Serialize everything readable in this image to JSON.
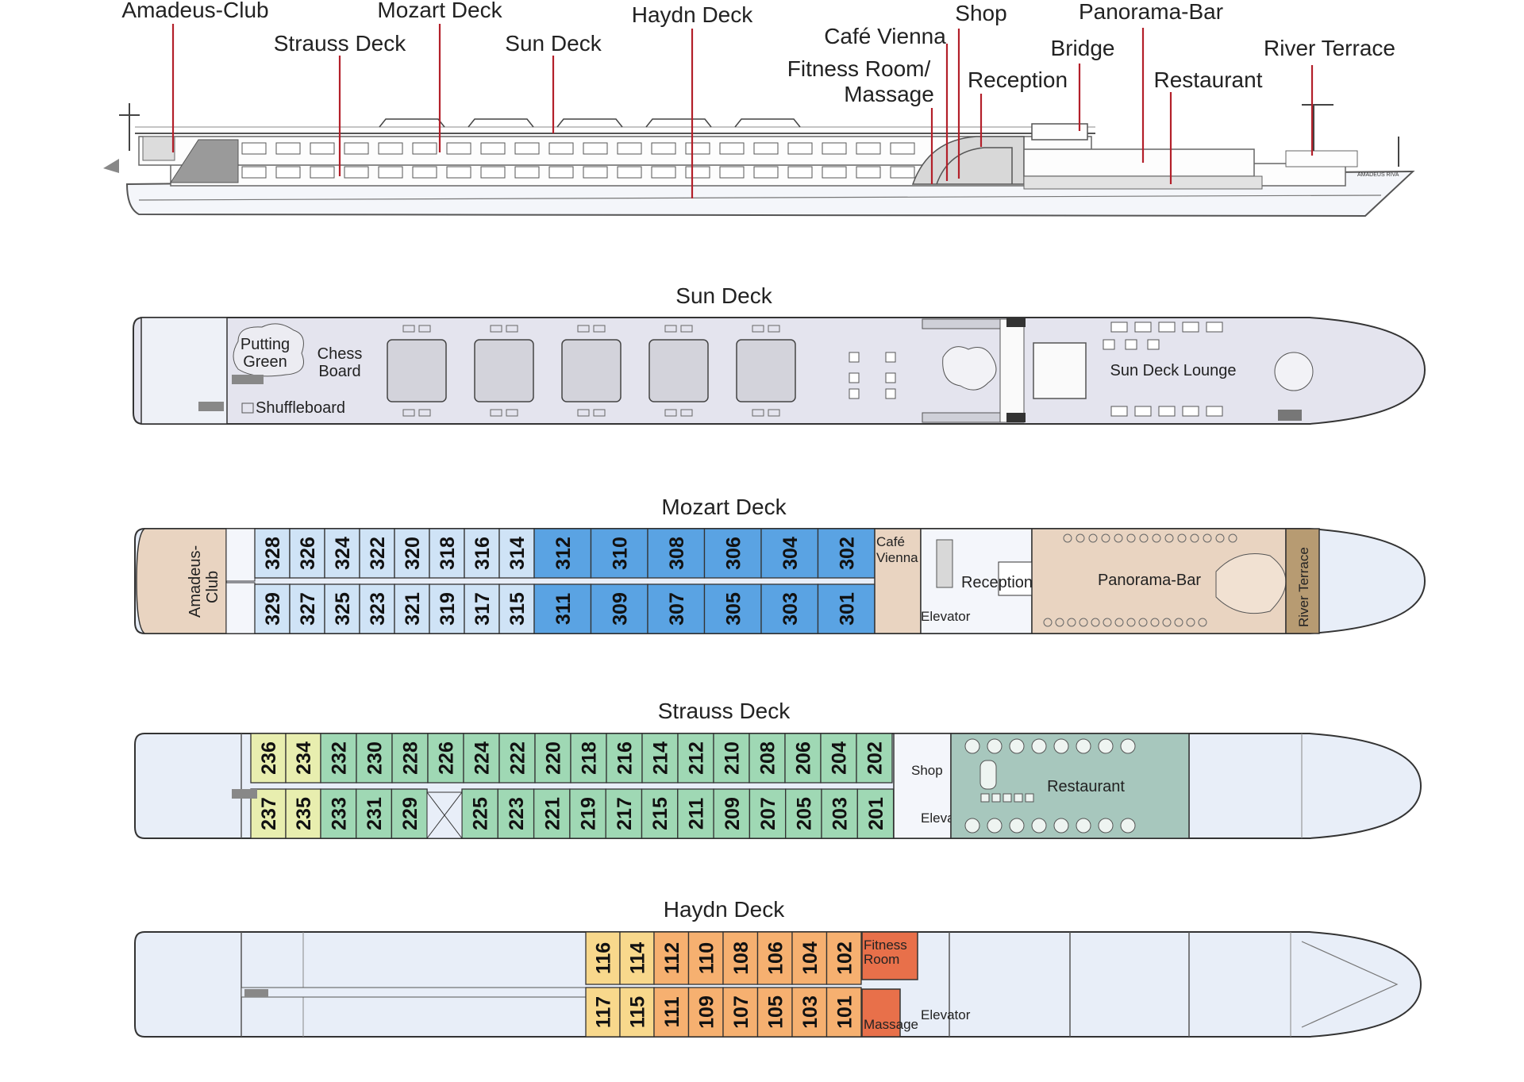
{
  "colors": {
    "hull": "#e8eef8",
    "sun_deck": "#e4e4ee",
    "mozart_light": "#cfe3f6",
    "mozart_dark": "#5aa3e3",
    "strauss_green": "#9fd8b4",
    "strauss_yellow": "#e8eeaf",
    "haydn_orange": "#f6b070",
    "haydn_yellow": "#f8d88c",
    "haydn_red": "#e8704a",
    "beige": "#e9d4c1",
    "restaurant": "#a7c7bd",
    "leader": "#b3202a"
  },
  "profile": {
    "labels": {
      "amadeus_club": "Amadeus-Club",
      "mozart_deck": "Mozart Deck",
      "strauss_deck": "Strauss Deck",
      "sun_deck": "Sun Deck",
      "haydn_deck": "Haydn Deck",
      "cafe_vienna": "Café Vienna",
      "fitness_1": "Fitness Room/",
      "fitness_2": "Massage",
      "shop": "Shop",
      "reception": "Reception",
      "bridge": "Bridge",
      "panorama_bar": "Panorama-Bar",
      "restaurant": "Restaurant",
      "river_terrace": "River Terrace"
    },
    "ship_name": "AMADEUS RIVA"
  },
  "sun_deck": {
    "title": "Sun Deck",
    "putting_1": "Putting",
    "putting_2": "Green",
    "chess_1": "Chess",
    "chess_2": "Board",
    "shuffleboard": "Shuffleboard",
    "lounge": "Sun Deck Lounge"
  },
  "mozart_deck": {
    "title": "Mozart Deck",
    "club_1": "Amadeus-",
    "club_2": "Club",
    "cafe_1": "Café",
    "cafe_2": "Vienna",
    "reception": "Reception",
    "elevator": "Elevator",
    "panorama_bar": "Panorama-Bar",
    "river_terrace": "River Terrace",
    "top_light": [
      "328",
      "326",
      "324",
      "322",
      "320",
      "318",
      "316",
      "314"
    ],
    "top_dark": [
      "312",
      "310",
      "308",
      "306",
      "304",
      "302"
    ],
    "bottom_light": [
      "329",
      "327",
      "325",
      "323",
      "321",
      "319",
      "317",
      "315"
    ],
    "bottom_dark": [
      "311",
      "309",
      "307",
      "305",
      "303",
      "301"
    ]
  },
  "strauss_deck": {
    "title": "Strauss Deck",
    "shop": "Shop",
    "elevator": "Elevator",
    "restaurant": "Restaurant",
    "top_yellow": [
      "236",
      "234"
    ],
    "top_green": [
      "232",
      "230",
      "228",
      "226",
      "224",
      "222",
      "220",
      "218",
      "216",
      "214",
      "212",
      "210",
      "208",
      "206",
      "204",
      "202"
    ],
    "bottom_yellow": [
      "237",
      "235"
    ],
    "bottom_green_a": [
      "233",
      "231",
      "229"
    ],
    "bottom_green_b": [
      "225",
      "223",
      "221",
      "219",
      "217",
      "215",
      "211",
      "209",
      "207",
      "205",
      "203",
      "201"
    ]
  },
  "haydn_deck": {
    "title": "Haydn Deck",
    "fitness_1": "Fitness",
    "fitness_2": "Room",
    "massage": "Massage",
    "elevator": "Elevator",
    "top_yellow": [
      "116",
      "114"
    ],
    "top_orange": [
      "112",
      "110",
      "108",
      "106",
      "104",
      "102"
    ],
    "bottom_yellow": [
      "117",
      "115"
    ],
    "bottom_orange": [
      "111",
      "109",
      "107",
      "105",
      "103",
      "101"
    ]
  }
}
